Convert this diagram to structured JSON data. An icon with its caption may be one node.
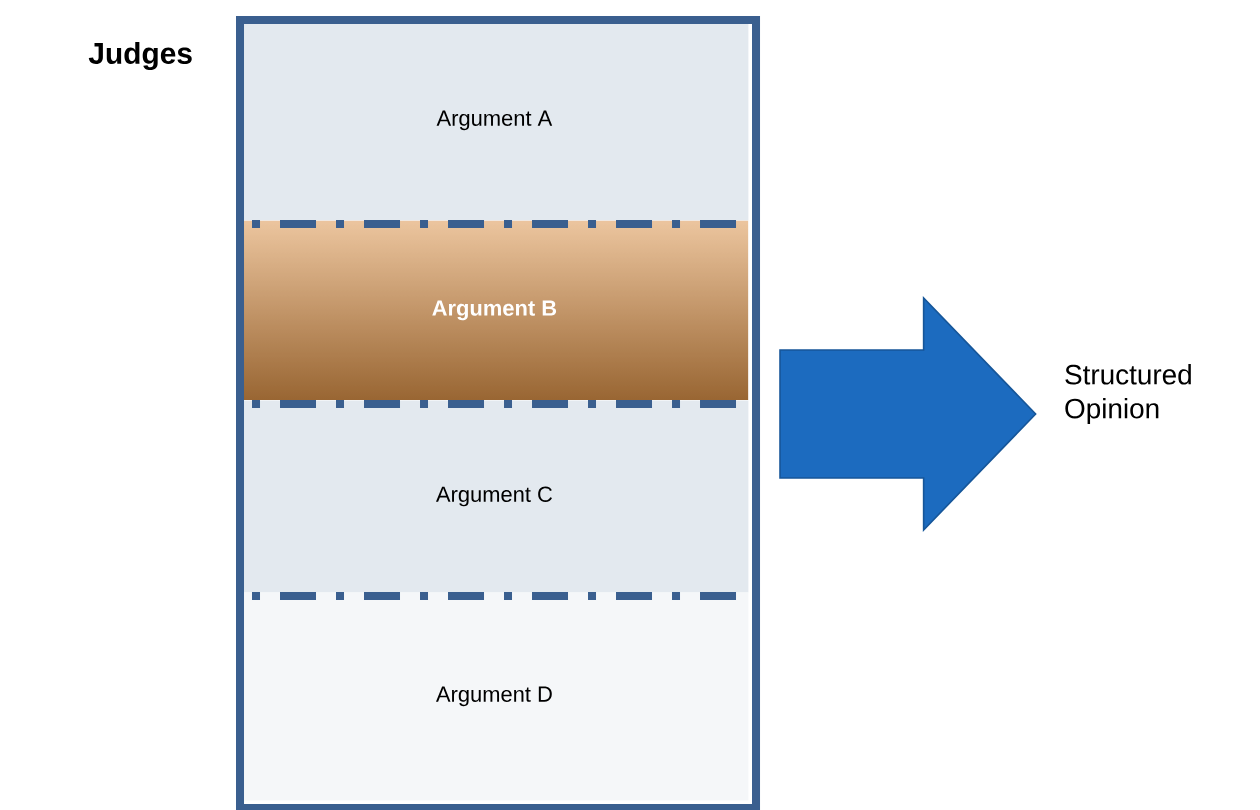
{
  "diagram": {
    "nodes": [
      {
        "text": [
          "Judges"
        ]
      },
      {
        "text": [
          "Argument A"
        ],
        "in": 0
      },
      {
        "text": [
          "Argument B"
        ],
        "in": 0
      },
      {
        "text": [
          "Argument C"
        ],
        "in": 0
      },
      {
        "text": [
          "Argument D"
        ],
        "in": 0
      },
      {
        "text": [
          "Structured Opinion"
        ]
      }
    ],
    "edges": [
      {
        "from": 0,
        "to": 5,
        "arrow": "to",
        "style": "thick"
      }
    ]
  }
}
